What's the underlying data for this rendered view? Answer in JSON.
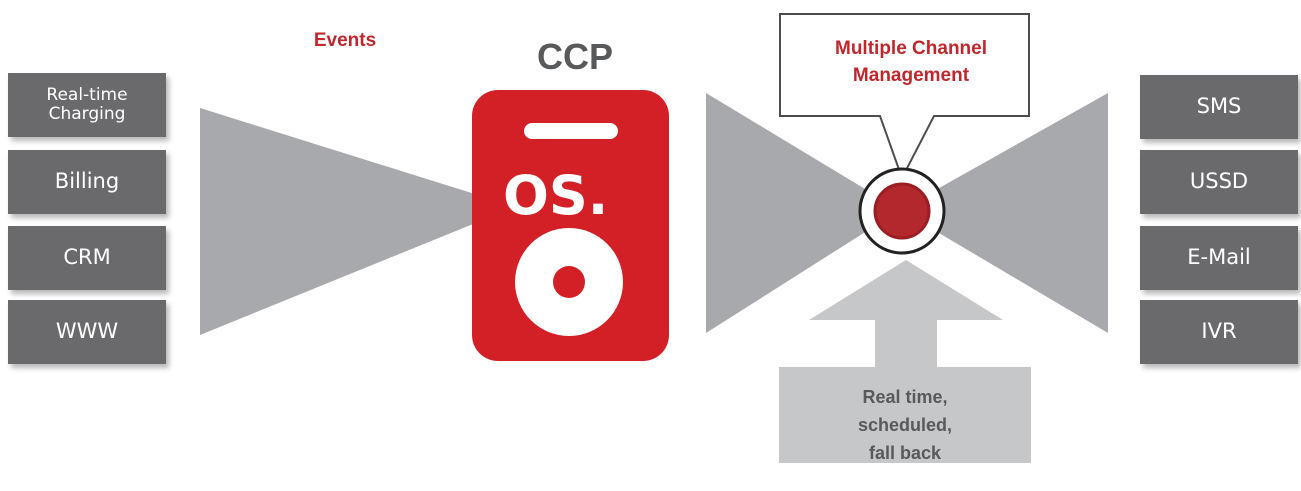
{
  "events_label": "Events",
  "ccp_label": "CCP",
  "device_text": "OS.",
  "channel_management_label": [
    "Multiple Channel",
    "Management"
  ],
  "schedule_label": [
    "Real time,",
    "scheduled,",
    "fall back"
  ],
  "sources": [
    {
      "id": "realtime",
      "lines": [
        "Real-time",
        "Charging"
      ]
    },
    {
      "id": "billing",
      "lines": [
        "Billing"
      ]
    },
    {
      "id": "crm",
      "lines": [
        "CRM"
      ]
    },
    {
      "id": "www",
      "lines": [
        "WWW"
      ]
    }
  ],
  "channels": [
    "SMS",
    "USSD",
    "E-Mail",
    "IVR"
  ],
  "colors": {
    "brand_red": "#d31f26",
    "dark_red": "#b3282d",
    "label_red": "#c0272d",
    "box_gray": "#6a6a6c",
    "funnel_gray": "#a7a9ac",
    "arrow_gray": "#c6c7c9",
    "text_gray": "#58595b"
  }
}
